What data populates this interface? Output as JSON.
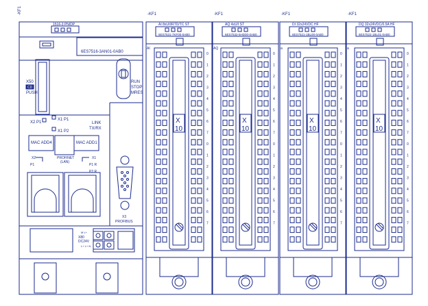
{
  "colors": {
    "line": "#1a2a8c",
    "background": "#ffffff"
  },
  "tags": {
    "cpu": "-KF1",
    "ai": "-KF1",
    "aq": "-KF1",
    "di": "-KF1",
    "dq": "-KF1",
    "dq_top_num": "0"
  },
  "cpu": {
    "top_label": "1516-3 PN/DP",
    "order_number": "6ES7516-3AN01-0AB0",
    "x50_label": "X50",
    "push_button_text": "CD",
    "push_label": "PUSH",
    "run": "RUN",
    "stop": "STOP",
    "mres": "MRES",
    "x2p1": "X2 P1",
    "x1p1": "X1 P1",
    "x1p2": "X1 P2",
    "link": "LINK",
    "txrx": "TX/RX",
    "mac_add4": "MAC ADD4",
    "mac_add1": "MAC ADD1",
    "x2": "X2",
    "x1": "X1",
    "profinet": "PROFINET",
    "lan": "(LAN)",
    "p1": "P1",
    "p1r": "P1 R",
    "p2r": "P2 R",
    "x3": "X3",
    "profibus": "PROFIBUS",
    "x80": "X80",
    "dc24v": "DC24V",
    "pwr_plus": "M L+",
    "pwr_minus": "L+ L+ N"
  },
  "modules": [
    {
      "id": "ai",
      "title": "AI 8xU/I/RTD/TC ST",
      "order": "6ES7531-7KF00-0AB0",
      "side_left": "AI",
      "connector": "X",
      "connector_num": "10"
    },
    {
      "id": "aq",
      "title": "AQ 4xU/I ST",
      "order": "6ES7532-5HD00-0AB0",
      "side_left": "AQ",
      "connector": "X",
      "connector_num": "10"
    },
    {
      "id": "di",
      "title": "DI 32x24VDC HF",
      "order": "6ES7521-1BL00-0AB0",
      "side_left": "a",
      "connector": "X",
      "connector_num": "10"
    },
    {
      "id": "dq",
      "title": "DQ 32x24VDC/0.5A HF",
      "order": "6ES7522-1BL01-0AB0",
      "side_left": "a",
      "connector": "X",
      "connector_num": "10"
    }
  ],
  "channel_labels": [
    "0",
    "1",
    "2",
    "3",
    "4",
    "5",
    "6",
    "7",
    "0",
    "1",
    "2",
    "3",
    "4",
    "5",
    "6",
    "7"
  ],
  "ai_right_labels": [
    "0",
    "1",
    "2",
    "3",
    "4",
    "5",
    "6",
    "7",
    "0",
    "1",
    "2",
    "3",
    "4",
    "5",
    "6",
    "7"
  ]
}
